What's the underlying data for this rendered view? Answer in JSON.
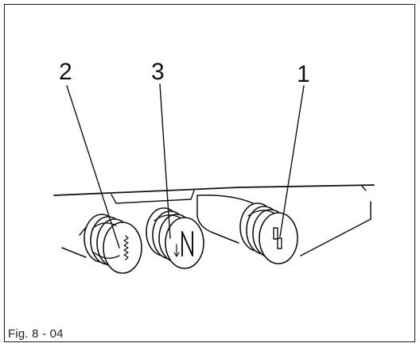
{
  "figure": {
    "caption": "Fig. 8 - 04"
  },
  "callouts": [
    {
      "label": "2",
      "target": "stitch-length-knob"
    },
    {
      "label": "3",
      "target": "needle-position-knob"
    },
    {
      "label": "1",
      "target": "stitch-pattern-knob"
    }
  ],
  "icons": {
    "knob_left": "zigzag-stitch-icon",
    "knob_middle": "needle-position-n-icon",
    "knob_right": "stitch-selector-icon"
  }
}
